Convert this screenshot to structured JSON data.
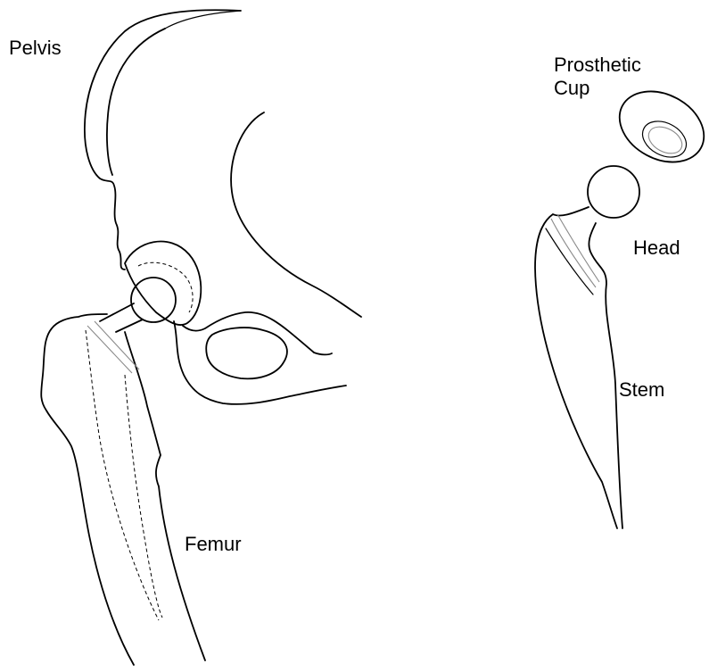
{
  "labels": {
    "pelvis": "Pelvis",
    "prosthetic_cup_line1": "Prosthetic",
    "prosthetic_cup_line2": "Cup",
    "head": "Head",
    "stem": "Stem",
    "femur": "Femur"
  },
  "colors": {
    "background": "#ffffff",
    "line": "#000000"
  }
}
